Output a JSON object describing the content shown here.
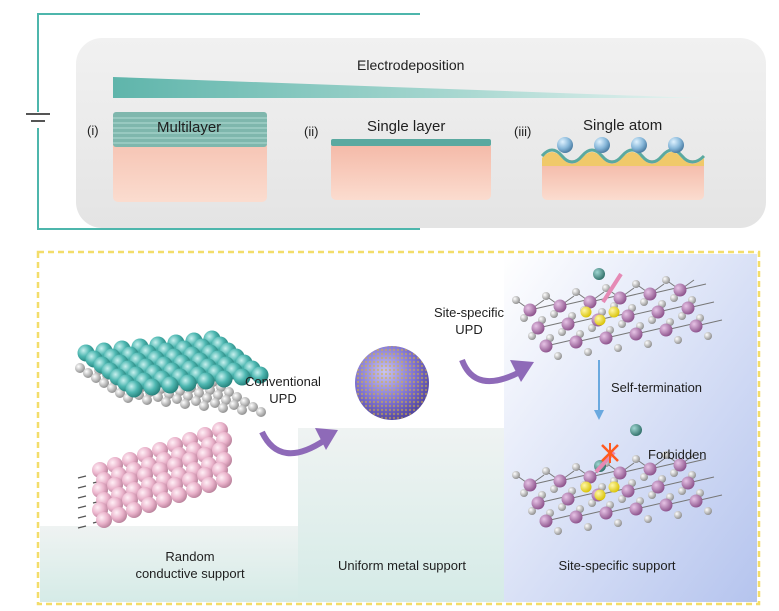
{
  "top_panel": {
    "process_label": "Electrodeposition",
    "stages": [
      {
        "index": "(i)",
        "label": "Multilayer"
      },
      {
        "index": "(ii)",
        "label": "Single layer"
      },
      {
        "index": "(iii)",
        "label": "Single atom"
      }
    ]
  },
  "bottom_panel": {
    "step_labels": {
      "conventional": [
        "Conventional",
        "UPD"
      ],
      "site_specific": [
        "Site-specific",
        "UPD"
      ],
      "self_termination": "Self-termination",
      "forbidden": "Forbidden"
    },
    "supports": [
      {
        "label_lines": [
          "Random",
          "conductive support"
        ]
      },
      {
        "label_lines": [
          "Uniform metal support"
        ]
      },
      {
        "label_lines": [
          "Site-specific support"
        ]
      }
    ]
  },
  "colors": {
    "circuit_wire": "#4db6ac",
    "teal_layer": "#5aa9a0",
    "substrate": "#f6c3b0",
    "panel_bg": "#ececec",
    "dashed_border": "#f3dd6a",
    "arrow_purple": "#8e6ab8",
    "site_bg": "#c9d3ef",
    "metal_sphere": "#7b6fd0",
    "teal_atom": "#53b9b5",
    "pink_atom": "#eab6cd",
    "forbidden_mark": "#ff5a1f"
  }
}
